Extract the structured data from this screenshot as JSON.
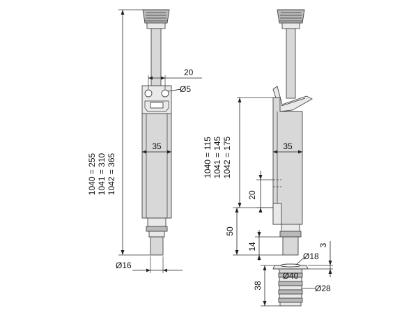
{
  "drawing": {
    "front_view": {
      "overall_height_labels": [
        "1040 = 255",
        "1041 = 310",
        "1042 = 365"
      ],
      "top_width": "20",
      "hole_diameter": "Ø5",
      "body_width": "35",
      "foot_diameter": "Ø16"
    },
    "side_view": {
      "body_length_labels": [
        "1040 = 115",
        "1041 = 145",
        "1042 = 175"
      ],
      "body_width": "35",
      "dim_20": "20",
      "dim_50": "50",
      "dim_14": "14"
    },
    "floor_socket": {
      "height": "38",
      "rim_thickness": "3",
      "inner_diameter": "Ø18",
      "flange_diameter": "Ø40",
      "body_diameter": "Ø28"
    }
  }
}
